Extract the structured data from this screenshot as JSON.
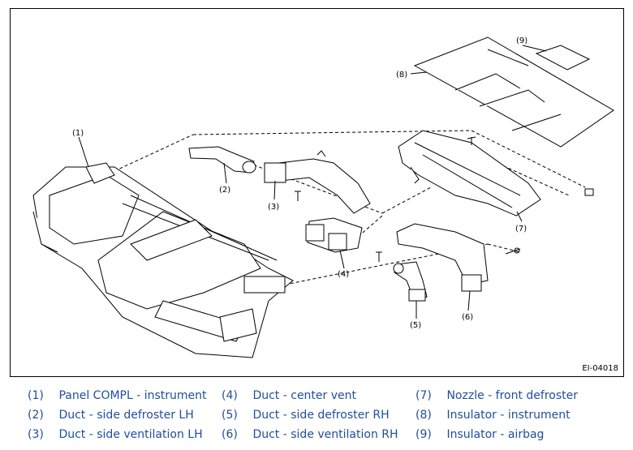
{
  "diagram": {
    "callouts": [
      "(1)",
      "(2)",
      "(3)",
      "(4)",
      "(5)",
      "(6)",
      "(7)",
      "(8)",
      "(9)"
    ],
    "figure_id": "EI-04018"
  },
  "legend": {
    "items": [
      {
        "num": "(1)",
        "label": "Panel COMPL - instrument"
      },
      {
        "num": "(2)",
        "label": "Duct - side defroster LH"
      },
      {
        "num": "(3)",
        "label": "Duct - side ventilation LH"
      },
      {
        "num": "(4)",
        "label": "Duct - center vent"
      },
      {
        "num": "(5)",
        "label": "Duct - side defroster RH"
      },
      {
        "num": "(6)",
        "label": "Duct - side ventilation RH"
      },
      {
        "num": "(7)",
        "label": "Nozzle - front defroster"
      },
      {
        "num": "(8)",
        "label": "Insulator - instrument"
      },
      {
        "num": "(9)",
        "label": "Insulator - airbag"
      }
    ],
    "color": "#1f4e9c"
  }
}
